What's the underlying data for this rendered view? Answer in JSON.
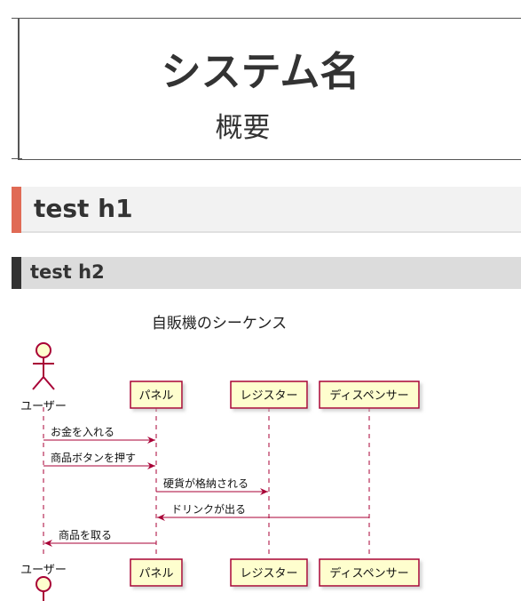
{
  "cover": {
    "title": "システム名",
    "subtitle": "概要"
  },
  "headings": {
    "h1": "test h1",
    "h2": "test h2"
  },
  "sequence": {
    "title": "自販機のシーケンス",
    "participants": [
      "ユーザー",
      "パネル",
      "レジスター",
      "ディスペンサー"
    ],
    "messages": [
      {
        "from": 0,
        "to": 1,
        "label": "お金を入れる"
      },
      {
        "from": 0,
        "to": 1,
        "label": "商品ボタンを押す"
      },
      {
        "from": 1,
        "to": 2,
        "label": "硬貨が格納される"
      },
      {
        "from": 3,
        "to": 1,
        "label": "ドリンクが出る"
      },
      {
        "from": 1,
        "to": 0,
        "label": "商品を取る"
      }
    ],
    "colors": {
      "box_fill": "#fefece",
      "box_border": "#a80036",
      "arrow": "#a80036",
      "lifeline": "#a80036"
    }
  }
}
